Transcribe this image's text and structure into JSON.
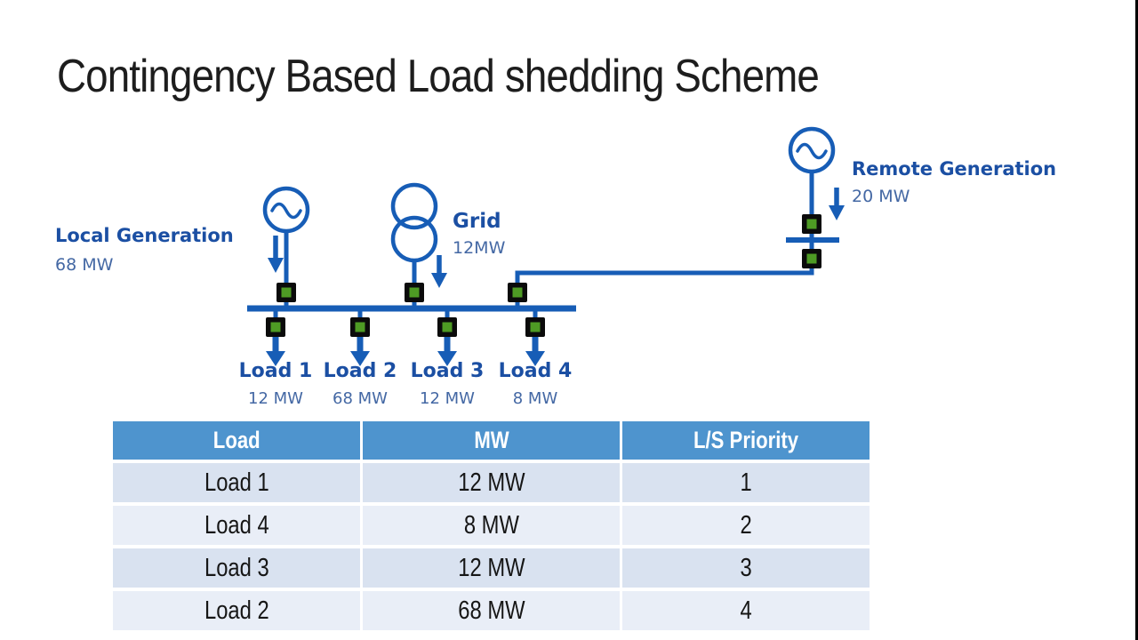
{
  "slide": {
    "title": "Contingency Based Load shedding Scheme"
  },
  "diagram": {
    "local_generation": {
      "label": "Local Generation",
      "value": "68 MW"
    },
    "grid": {
      "label": "Grid",
      "value": "12MW"
    },
    "remote_generation": {
      "label": "Remote Generation",
      "value": "20 MW"
    },
    "loads": [
      {
        "label": "Load 1",
        "value": "12 MW"
      },
      {
        "label": "Load 2",
        "value": "68 MW"
      },
      {
        "label": "Load 3",
        "value": "12 MW"
      },
      {
        "label": "Load 4",
        "value": "8 MW"
      }
    ],
    "colors": {
      "line_blue": "#175db6",
      "label_blue": "#1b4fa3",
      "value_blue": "#4468a4",
      "breaker_green": "#4e9b24",
      "breaker_border": "#0b0b0b"
    }
  },
  "table": {
    "headers": [
      "Load",
      "MW",
      "L/S Priority"
    ],
    "rows": [
      [
        "Load 1",
        "12 MW",
        "1"
      ],
      [
        "Load 4",
        "8 MW",
        "2"
      ],
      [
        "Load 3",
        "12 MW",
        "3"
      ],
      [
        "Load 2",
        "68 MW",
        "4"
      ]
    ],
    "colors": {
      "header_bg": "#4e94ce",
      "header_text": "#ffffff",
      "row_dark": "#d9e2f0",
      "row_light": "#e9eef7"
    }
  }
}
